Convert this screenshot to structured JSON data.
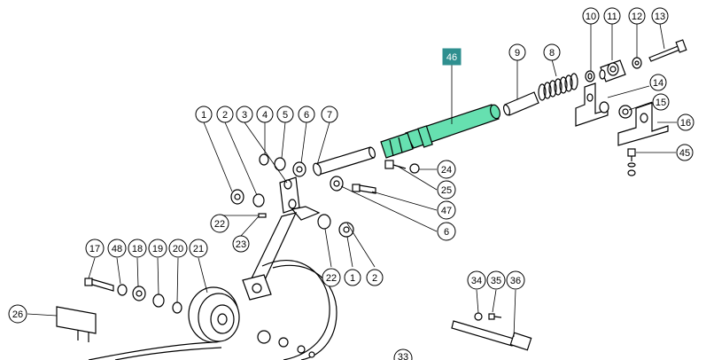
{
  "callouts": {
    "c1a": "1",
    "c2a": "2",
    "c3": "3",
    "c4": "4",
    "c5": "5",
    "c6a": "6",
    "c7": "7",
    "c9": "9",
    "c8": "8",
    "c10": "10",
    "c11": "11",
    "c12": "12",
    "c13": "13",
    "c14": "14",
    "c15": "15",
    "c16": "16",
    "c45": "45",
    "c24": "24",
    "c25": "25",
    "c47": "47",
    "c6b": "6",
    "c22a": "22",
    "c23": "23",
    "c22b": "22",
    "c1b": "1",
    "c2b": "2",
    "c17": "17",
    "c48": "48",
    "c18": "18",
    "c19": "19",
    "c20": "20",
    "c21": "21",
    "c26": "26",
    "c34": "34",
    "c35": "35",
    "c36": "36",
    "c33": "33"
  },
  "highlight": {
    "label": "46",
    "color": "#2f8f8f",
    "part_color": "#66e0b0"
  }
}
